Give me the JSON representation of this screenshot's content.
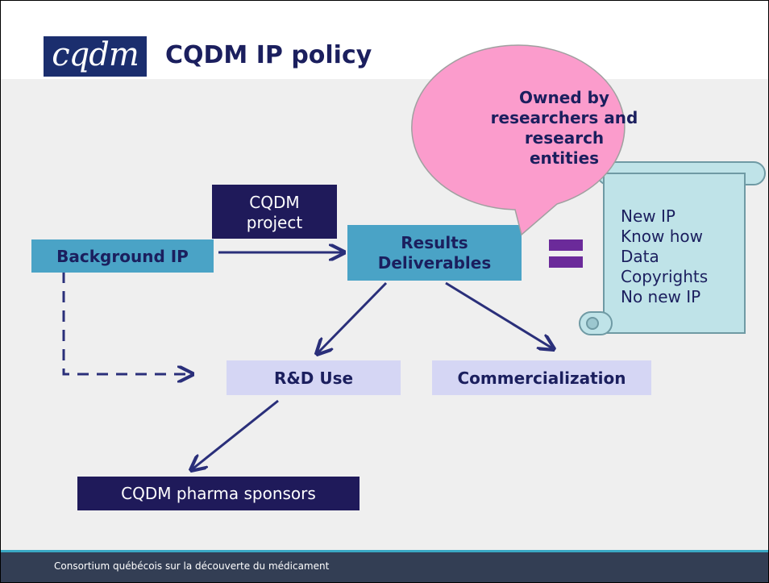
{
  "header": {
    "logo_text": "cqdm",
    "title": "CQDM IP policy"
  },
  "diagram": {
    "background_ip": "Background IP",
    "cqdm_project_line1": "CQDM",
    "cqdm_project_line2": "project",
    "results_line1": "Results",
    "results_line2": "Deliverables",
    "rd_use": "R&D Use",
    "commercialization": "Commercialization",
    "pharma_sponsors": "CQDM pharma sponsors",
    "bubble_line1": "Owned by",
    "bubble_line2": "researchers and",
    "bubble_line3": "research",
    "bubble_line4": "entities",
    "scroll_items": [
      "New IP",
      "Know how",
      "Data",
      "Copyrights",
      "No new IP"
    ]
  },
  "footer": {
    "text": "Consortium québécois sur la découverte du médicament"
  },
  "colors": {
    "dark_navy": "#1f1a5a",
    "teal": "#4aa3c6",
    "lavender": "#d5d6f4",
    "bubble_pink": "#fb9ccc",
    "scroll_fill": "#bfe3e8",
    "equals_purple": "#6b2a9a",
    "footer_bg": "#333e54"
  }
}
